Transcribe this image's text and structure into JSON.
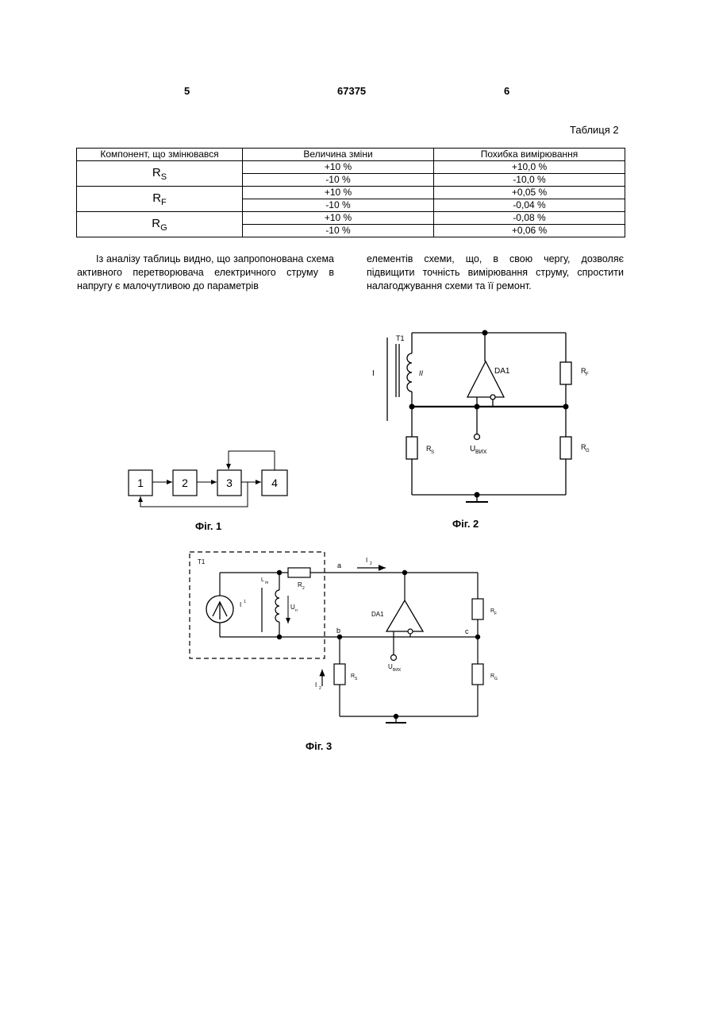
{
  "header": {
    "left_page": "5",
    "patent_no": "67375",
    "right_page": "6"
  },
  "table": {
    "caption": "Таблиця 2",
    "columns": [
      "Компонент, що змінювався",
      "Величина зміни",
      "Похибка вимірювання"
    ],
    "rows": [
      {
        "component": "R",
        "sub": "S",
        "changes": [
          "+10 %",
          "-10 %"
        ],
        "errors": [
          "+10,0 %",
          "-10,0 %"
        ]
      },
      {
        "component": "R",
        "sub": "F",
        "changes": [
          "+10 %",
          "-10 %"
        ],
        "errors": [
          "+0,05 %",
          "-0,04 %"
        ]
      },
      {
        "component": "R",
        "sub": "G",
        "changes": [
          "+10 %",
          "-10 %"
        ],
        "errors": [
          "-0,08 %",
          "+0,06 %"
        ]
      }
    ]
  },
  "paragraph": {
    "left": "Із аналізу таблиць видно, що запропонована схема активного перетворювача електричного струму в напругу є малочутливою до параметрів",
    "right": "елементів схеми, що, в свою чергу, дозволяє підвищити точність вимірювання струму, спростити налагоджування схеми та її ремонт."
  },
  "fig1": {
    "caption": "Фіг. 1",
    "blocks": [
      "1",
      "2",
      "3",
      "4"
    ]
  },
  "fig2": {
    "caption": "Фіг. 2",
    "labels": {
      "transformer": "T1",
      "primary": "I",
      "secondary": "II",
      "opamp": "DA1",
      "rf": "R",
      "rf_sub": "F",
      "rs": "R",
      "rs_sub": "S",
      "rg": "R",
      "rg_sub": "G",
      "uout": "U",
      "uout_sub": "ВИХ"
    }
  },
  "fig3": {
    "caption": "Фіг. 3",
    "labels": {
      "transformer": "T1",
      "source": "I",
      "source_sub": "1",
      "inductance": "L",
      "inductance_sub": "m",
      "r2": "R",
      "r2_sub": "2",
      "un": "U",
      "un_sub": "n",
      "node_a": "a",
      "node_b": "b",
      "node_c": "c",
      "i2": "I",
      "i2_sub": "2",
      "opamp": "DA1",
      "rf": "R",
      "rf_sub": "F",
      "rs": "R",
      "rs_sub": "S",
      "rg": "R",
      "rg_sub": "G",
      "uout": "U",
      "uout_sub": "ВИХ"
    }
  }
}
